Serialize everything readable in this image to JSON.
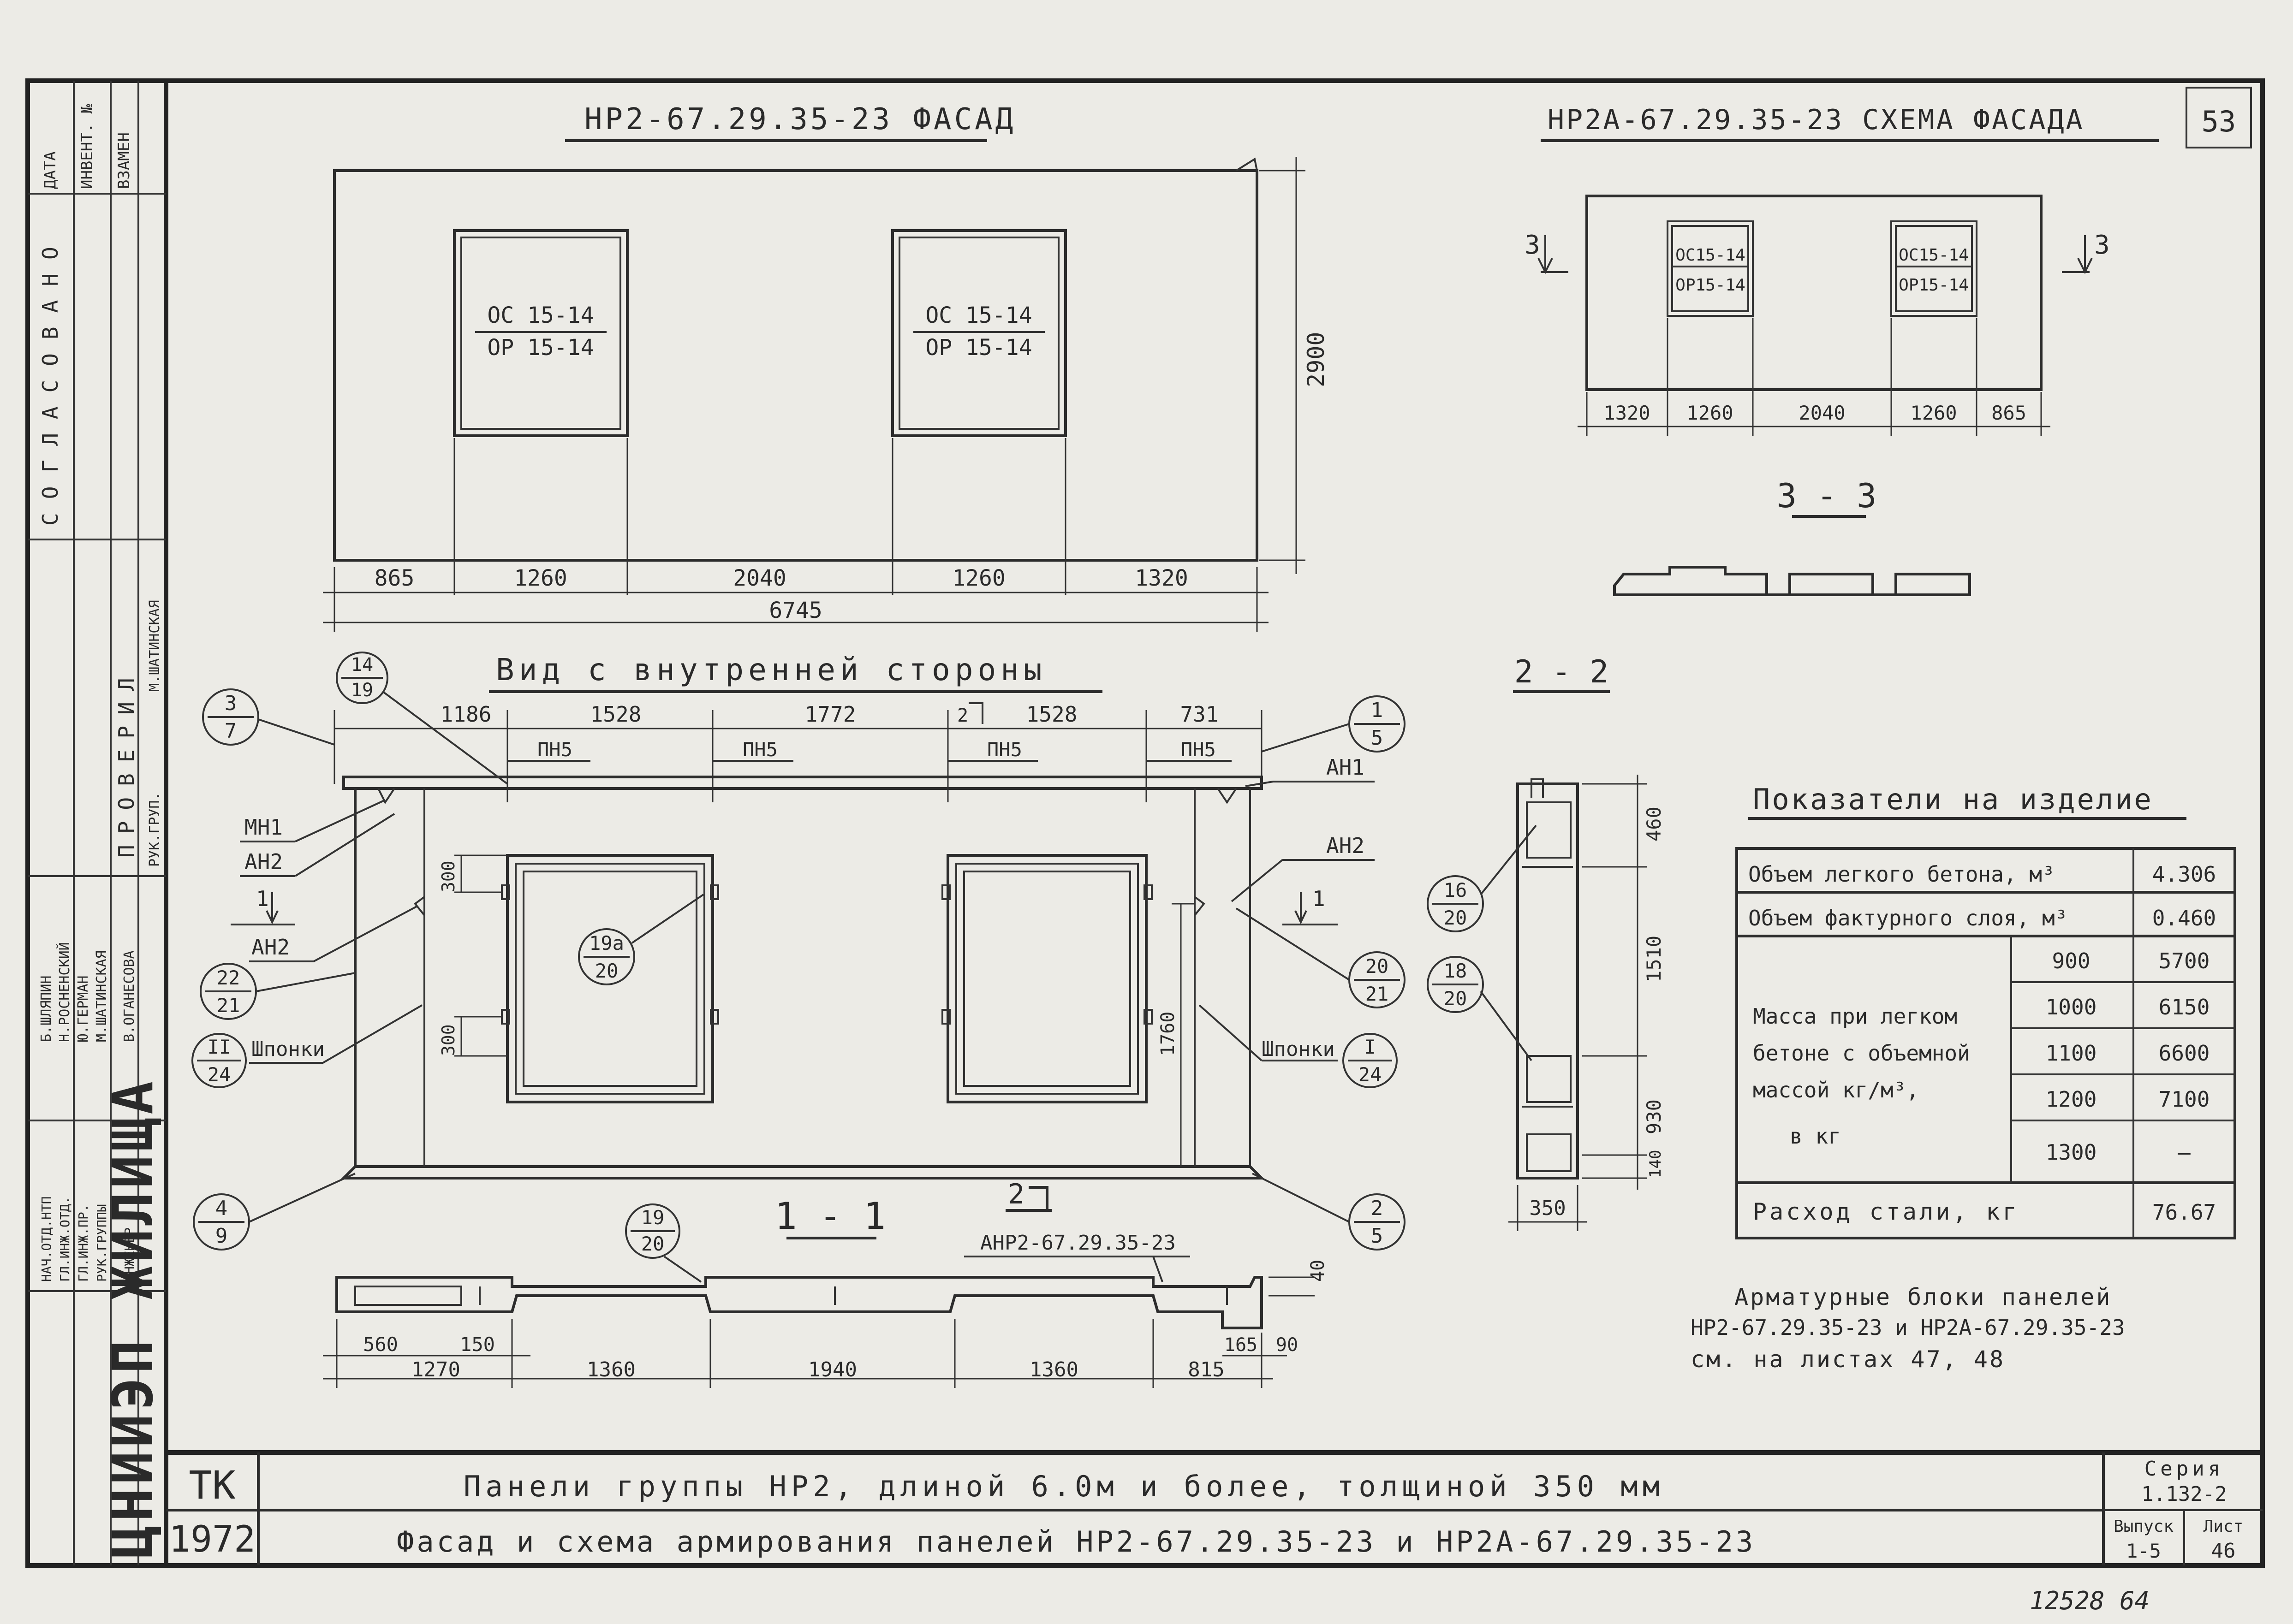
{
  "header": {
    "facade_title": "НР2-67.29.35-23 ФАСАД",
    "scheme_title": "НР2А-67.29.35-23 СХЕМА ФАСАДА",
    "sheet_no": "53"
  },
  "facade": {
    "window_top": "ОС 15-14",
    "window_bottom": "ОР 15-14",
    "height": "2900",
    "dims": [
      "865",
      "1260",
      "2040",
      "1260",
      "1320"
    ],
    "total": "6745"
  },
  "scheme": {
    "window_top": "ОС15-14",
    "window_bottom": "ОР15-14",
    "cut_label": "3",
    "dims": [
      "1320",
      "1260",
      "2040",
      "1260",
      "865"
    ],
    "section_title": "3 - 3"
  },
  "inner_view": {
    "title": "Вид с внутренней стороны",
    "top_dims": [
      "1186",
      "1528",
      "1772",
      "1528",
      "731"
    ],
    "pn": [
      "ПН5",
      "ПН5",
      "ПН5",
      "ПН5"
    ],
    "mark_2": "2",
    "labels": {
      "mn1": "МН1",
      "an2_a": "АН2",
      "an2_b": "АН2",
      "an1": "АН1",
      "an2_c": "АН2",
      "cut1": "1",
      "cut1b": "1",
      "shponki_l": "Шпонки",
      "shponki_r": "Шпонки",
      "d300a": "300",
      "d300b": "300",
      "d1760": "1760"
    },
    "callouts": {
      "c3_7": [
        "3",
        "7"
      ],
      "c14_19": [
        "14",
        "19"
      ],
      "c1_5": [
        "1",
        "5"
      ],
      "c22_21": [
        "22",
        "21"
      ],
      "c19a_20": [
        "19а",
        "20"
      ],
      "c20_21": [
        "20",
        "21"
      ],
      "cII_24": [
        "II",
        "24"
      ],
      "cI_24": [
        "I",
        "24"
      ],
      "c4_9": [
        "4",
        "9"
      ],
      "c2_5": [
        "2",
        "5"
      ]
    }
  },
  "section_22": {
    "title": "2 - 2",
    "dims": [
      "460",
      "1510",
      "930",
      "140"
    ],
    "width": "350",
    "callouts": {
      "a": [
        "16",
        "20"
      ],
      "b": [
        "18",
        "20"
      ]
    }
  },
  "section_11": {
    "title": "1 - 1",
    "mark_2": "2",
    "block": "АНР2-67.29.35-23",
    "callout": [
      "19",
      "20"
    ],
    "dims_small": [
      "560",
      "150"
    ],
    "dims": [
      "1270",
      "1360",
      "1940",
      "1360",
      "815"
    ],
    "right_dims": [
      "165",
      "90"
    ],
    "thickness": "40"
  },
  "indicators": {
    "title": "Показатели на изделие",
    "light_volume_label": "Объем легкого бетона, м³",
    "light_volume": "4.306",
    "facing_volume_label": "Объем фактурного слоя, м³",
    "facing_volume": "0.460",
    "mass_label": [
      "Масса при легком",
      "бетоне с объемной",
      "массой кг/м³,",
      "в кг"
    ],
    "mass_rows": [
      {
        "density": "900",
        "mass": "5700"
      },
      {
        "density": "1000",
        "mass": "6150"
      },
      {
        "density": "1100",
        "mass": "6600"
      },
      {
        "density": "1200",
        "mass": "7100"
      },
      {
        "density": "1300",
        "mass": "–"
      }
    ],
    "steel_label": "Расход стали, кг",
    "steel": "76.67"
  },
  "note": [
    "Арматурные блоки панелей",
    "НР2-67.29.35-23 и НР2А-67.29.35-23",
    "см. на листах 47, 48"
  ],
  "titleblock": {
    "tk": "ТК",
    "year": "1972",
    "title1": "Панели группы НР2, длиной 6.0м и более, толщиной 350 мм",
    "title2": "Фасад и схема армирования панелей НР2-67.29.35-23 и НР2А-67.29.35-23",
    "series_label": "Серия",
    "series": "1.132-2",
    "issue_label": "Выпуск",
    "issue": "1-5",
    "sheet_label": "Лист",
    "sheet": "46"
  },
  "sidebar": {
    "org": "ЦНИИЭП ЖИЛИЩА",
    "agreed": "СОГЛАСОВАНО",
    "checked": "ПРОВЕРИЛ",
    "roles": [
      "НАЧ.ОТД.НТП",
      "ГЛ.ИНЖ.ОТД.",
      "ГЛ.ИНЖ.ПР.",
      "РУК.ГРУППЫ",
      "ИНЖЕНЕР"
    ],
    "names": [
      "Б.ШЛЯПИН",
      "Н.РОСНЕНСКИЙ",
      "Ю.ГЕРМАН",
      "М.ШАТИНСКАЯ",
      "В.ОГАНЕСОВА"
    ],
    "check_roles": [
      "РУК.ГРУП."
    ],
    "check_names": [
      "М.ШАТИНСКАЯ"
    ],
    "top_cols": [
      "ДАТА",
      "ИНВЕНТ. №",
      "ВЗАМЕН"
    ]
  },
  "footer_stamp": "12528 64"
}
